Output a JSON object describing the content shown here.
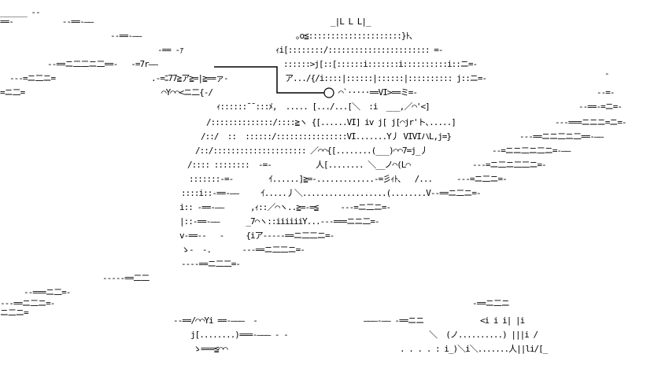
{
  "artwork": {
    "description_colors": {
      "ink": "#000000",
      "background": "#ffffff"
    },
    "lines": [
      "______ --",
      "==-           --==-——",
      "--==-——",
      "-== -ｧ",
      "--==ニ二二ニ二==-   -=7r——",
      "---=ニ二ニ=",
      ".-=ﾆ77≧ア≧=|≧==ァ-",
      "=ニ二=",
      "⌒Y⌒⌒<ニ二{-/",
      "_|L L L|_",
      "｡o≦:::::::::::::::::::::}ﾄ､",
      "ｨi[::::::::/::::::::::::::::::::::: =-",
      "::::::>j[::[::::::i:::::::i::::::::::i::ニ=-",
      "ア.../{/i::::|::::::|::::::|:::::::::: j::ニ=-",
      "⌒`·····==VI>==ミ=-",
      "ｨ::::::¯¯:::ﾒ,  ..... [.../...[＼  :i  ___,／⌒'<]",
      "/::::::::::::::/::::≧ヽ {[......VI] iv j[ j[⌒jr'ト､.....]",
      "/::/  ::  ::::::/::::::::::::::::VI.......Y丿 VIVIハL,j=}",
      "/::/::::::::::::::::::::: ／⌒⌒{[........(___)⌒⌒7=j_丿",
      "/:::: ::::::::  -=-          人[........ ＼__ノ⌒(L⌒",
      ":::::::-=-        ｲ......]≧=-.............-=彡ｨﾄ､   /...",
      "::::i::-==-——     ｲ.....丿＼...................(........V--==ニ二ニ=-",
      "i:: -==-——      ,ｨ::／⌒ヽ..≧=-=≦     ---=ニ二ニ=-",
      "|::-==-——      _7⌒ヽ::iiiiiiY...---===ニニ二=-",
      "v-==--   -     {iア-----==ニ二二ニ=-",
      "ゝ-  -.       ---==ニ二二ニ=-",
      "----==ニ二二=-",
      "-----==二二",
      "--===ニ二=-",
      "---==ニ二ニ=-",
      "ニ二ニ=",
      "--==/⌒⌒Yi ==-———  -",
      "j[........)===-——— - -",
      "ゝ===≦⌒⌒",
      "———-—— -==ニニ",
      "-==ニ二ニ",
      "<i i i| |i",
      "＼  (ノ..........) |||i /",
      ". . . . : i_)＼i＼.......人||li/[_",
      "-",
      "--=-",
      "--==-=ニ=-",
      "---===ニニニ=ニ=-",
      "---==ニニ二ニ二==-——",
      "--=ニニ二ニ二ニ=-——",
      "---=ニ二ニ二二ニ=-",
      "---=ニ二ニ=-"
    ]
  }
}
